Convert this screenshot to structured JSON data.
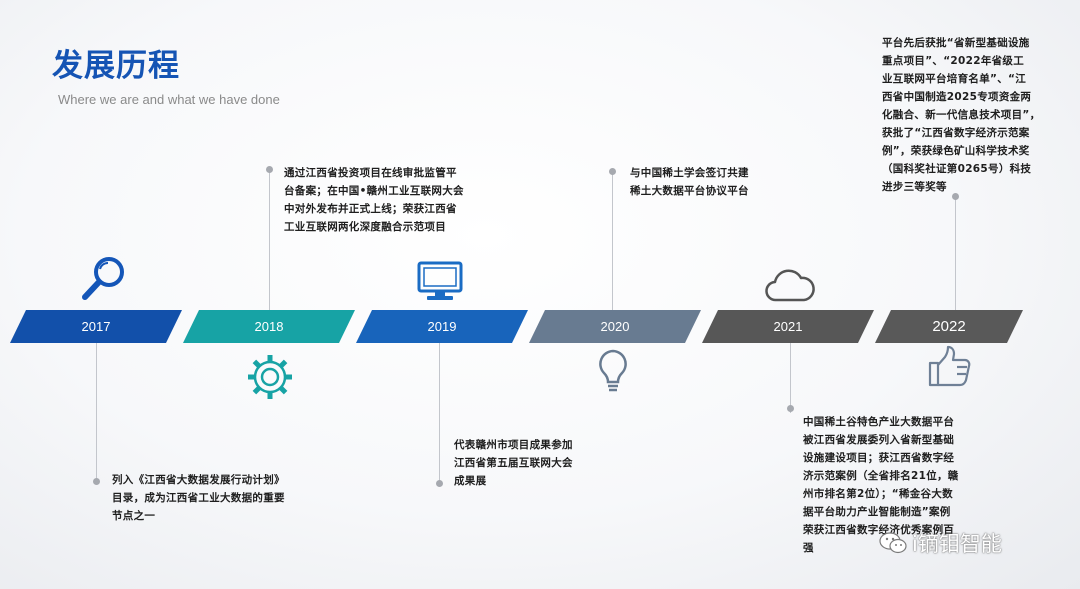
{
  "header": {
    "title": "发展历程",
    "subtitle": "Where we are and what we have done"
  },
  "timeline": [
    {
      "year": "2017",
      "color": "#1250aa",
      "icon": "search-icon"
    },
    {
      "year": "2018",
      "color": "#17a3a5",
      "icon": "gear-icon"
    },
    {
      "year": "2019",
      "color": "#1864bb",
      "icon": "monitor-icon"
    },
    {
      "year": "2020",
      "color": "#687b91",
      "icon": "lightbulb-icon"
    },
    {
      "year": "2021",
      "color": "#575757",
      "icon": "cloud-icon"
    },
    {
      "year": "2022",
      "color": "#595959",
      "icon": "thumbs-up-icon"
    }
  ],
  "notes": {
    "n2017": [
      "列入《江西省大数据发展行动计划》",
      "目录，成为江西省工业大数据的重要",
      "节点之一"
    ],
    "n2018": [
      "通过江西省投资项目在线审批监管平",
      "台备案；在中国•赣州工业互联网大会",
      "中对外发布并正式上线；荣获江西省",
      "工业互联网两化深度融合示范项目"
    ],
    "n2019": [
      "代表赣州市项目成果参加",
      "江西省第五届互联网大会",
      "成果展"
    ],
    "n2020": [
      "与中国稀土学会签订共建",
      "稀土大数据平台协议平台"
    ],
    "n2021": [
      "中国稀土谷特色产业大数据平台",
      "被江西省发展委列入省新型基础",
      "设施建设项目；获江西省数字经",
      "济示范案例（全省排名21位，赣",
      "州市排名第2位）；“稀金谷大数",
      "据平台助力产业智能制造”案例",
      "荣获江西省数字经济优秀案例百",
      "强"
    ],
    "n2022": [
      "平台先后获批“省新型基础设施",
      "重点项目”、“2022年省级工",
      "业互联网平台培育名单”、“江",
      "西省中国制造2025专项资金两",
      "化融合、新一代信息技术项目”，",
      "获批了“江西省数字经济示范案",
      "例”，荣获绿色矿山科学技术奖",
      "（国科奖社证第0265号）科技",
      "进步三等奖等"
    ]
  },
  "watermark": {
    "text": "i镝钼智能",
    "icon": "wechat-icon"
  }
}
